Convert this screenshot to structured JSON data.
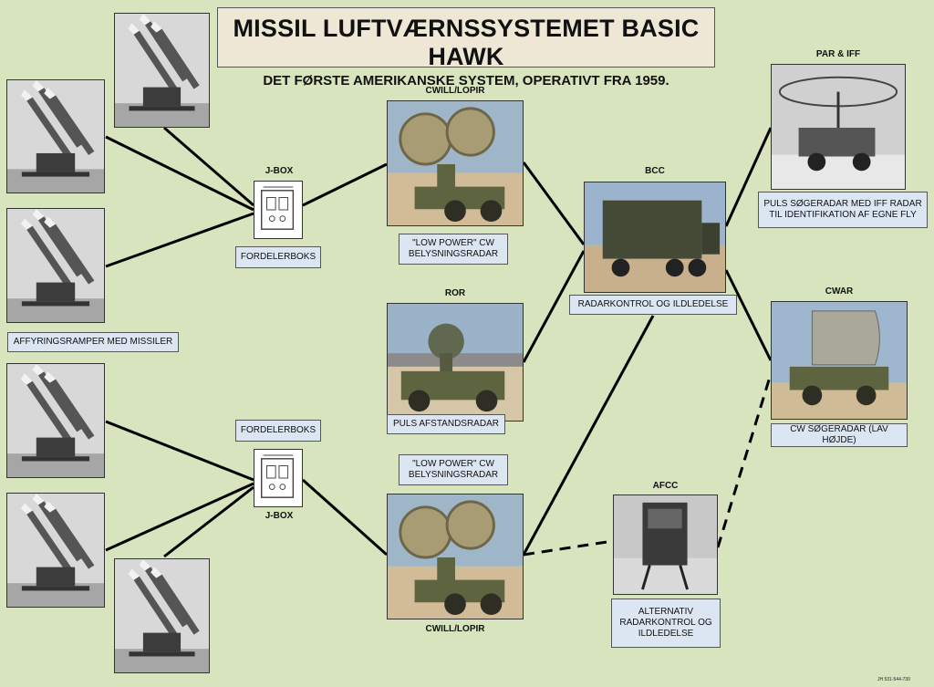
{
  "title": {
    "main": "MISSIL LUFTVÆRNSSYSTEMET BASIC HAWK",
    "sub": "DET FØRSTE AMERIKANSKE SYSTEM, OPERATIVT FRA 1959."
  },
  "headings": {
    "cwill_top": "CWILL/LOPIR",
    "cwill_bottom": "CWILL/LOPIR",
    "ror": "ROR",
    "bcc": "BCC",
    "par_iff": "PAR & IFF",
    "cwar": "CWAR",
    "afcc": "AFCC",
    "jbox_top": "J-BOX",
    "jbox_bottom": "J-BOX"
  },
  "labels": {
    "launchers": "AFFYRINGSRAMPER MED MISSILER",
    "fordeler_top": "FORDELERBOKS",
    "fordeler_bottom": "FORDELERBOKS",
    "cw_top_line1": "\"LOW POWER\" CW",
    "cw_top_line2": "BELYSNINGSRADAR",
    "cw_bottom_line1": "\"LOW POWER\" CW",
    "cw_bottom_line2": "BELYSNINGSRADAR",
    "ror": "PULS AFSTANDSRADAR",
    "bcc": "RADARKONTROL OG ILDLEDELSE",
    "par_line1": "PULS SØGERADAR MED IFF RADAR",
    "par_line2": "TIL IDENTIFIKATION AF EGNE FLY",
    "cwar": "CW SØGERADAR (LAV HØJDE)",
    "afcc_line1": "ALTERNATIV",
    "afcc_line2": "RADARKONTROL OG",
    "afcc_line3": "ILDLEDELSE"
  },
  "footer_code": "JH 531-544-730",
  "colors": {
    "background": "#d7e4bd",
    "title_box": "#eee7d6",
    "label_box": "#dce6f2",
    "connector": "#000000"
  },
  "icons": {
    "launcher": "missile-launcher-photo",
    "jbox": "junction-box-icon",
    "cwill": "cw-illuminator-radar-photo",
    "ror": "range-only-radar-photo",
    "bcc": "battery-control-central-photo",
    "par": "pulse-acquisition-radar-photo",
    "cwar": "cw-acquisition-radar-photo",
    "afcc": "alternate-fire-control-photo"
  }
}
